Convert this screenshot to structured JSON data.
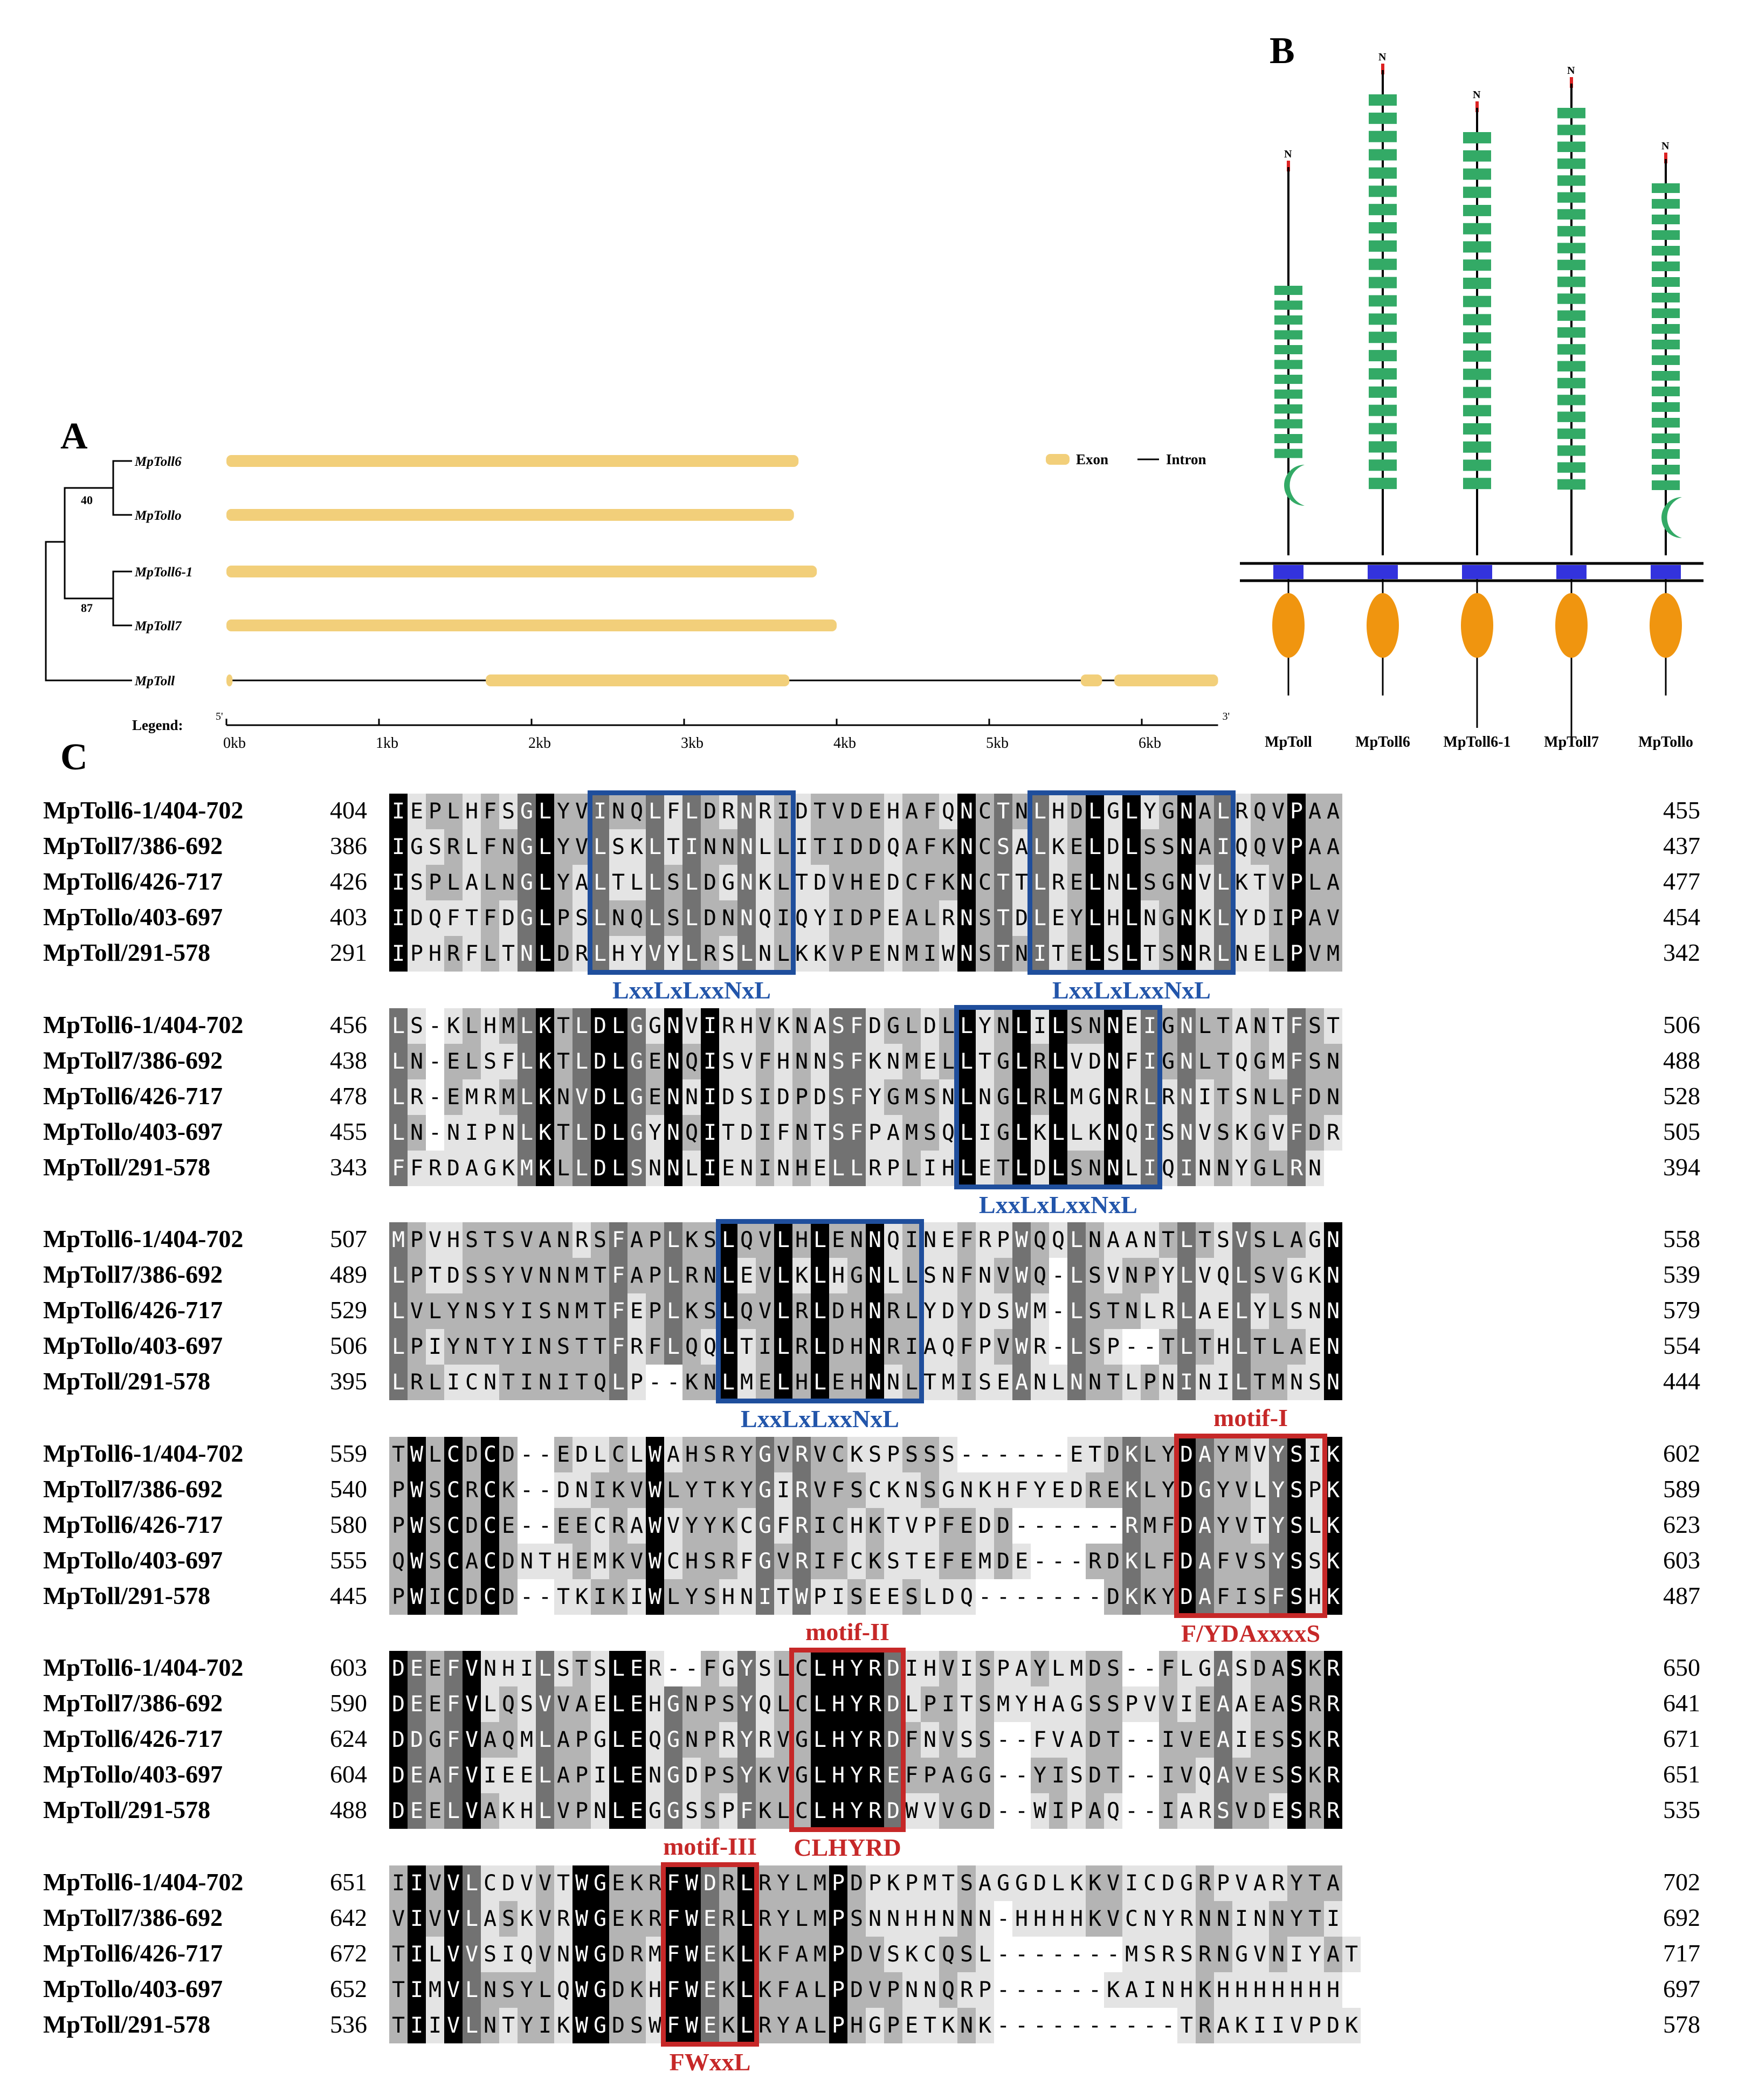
{
  "panel_labels": {
    "a": "A",
    "b": "B",
    "c": "C"
  },
  "panel_a": {
    "tree_taxa": [
      "MpToll6",
      "MpTollo",
      "MpToll6-1",
      "MpToll7",
      "MpToll"
    ],
    "bootstrap": [
      "40",
      "87"
    ],
    "legend": {
      "exon": "Exon",
      "intron": "Intron",
      "axis_prefix": "Legend:",
      "five_prime": "5'",
      "three_prime": "3'"
    },
    "axis_ticks": [
      "0kb",
      "1kb",
      "2kb",
      "3kb",
      "4kb",
      "5kb",
      "6kb"
    ],
    "axis_max_kb": 6.5,
    "colors": {
      "exon": "#f2cf7a",
      "line": "#000000"
    },
    "genes": [
      {
        "name": "MpToll6",
        "exons_kb": [
          [
            0.0,
            3.75
          ]
        ]
      },
      {
        "name": "MpTollo",
        "exons_kb": [
          [
            0.0,
            3.72
          ]
        ]
      },
      {
        "name": "MpToll6-1",
        "exons_kb": [
          [
            0.0,
            3.87
          ]
        ]
      },
      {
        "name": "MpToll7",
        "exons_kb": [
          [
            0.0,
            4.0
          ]
        ]
      },
      {
        "name": "MpToll",
        "gene_end_kb": 6.5,
        "exons_kb": [
          [
            0.0,
            0.04
          ],
          [
            1.7,
            3.69
          ],
          [
            5.6,
            5.74
          ],
          [
            5.82,
            6.5
          ]
        ]
      }
    ]
  },
  "panel_b": {
    "n_terminus": "N",
    "proteins": [
      {
        "name": "MpToll",
        "lrr_count": 12,
        "crescent": "single"
      },
      {
        "name": "MpToll6",
        "lrr_count": 22,
        "crescent": "double"
      },
      {
        "name": "MpToll6-1",
        "lrr_count": 20,
        "crescent": "double"
      },
      {
        "name": "MpToll7",
        "lrr_count": 23,
        "crescent": "double"
      },
      {
        "name": "MpTollo",
        "lrr_count": 20,
        "crescent": "single"
      }
    ],
    "colors": {
      "lrr": "#33aa66",
      "tm": "#3333dd",
      "tir": "#f0950f",
      "n_tip": "#dd2222"
    }
  },
  "panel_c": {
    "blocks": [
      {
        "rows": [
          {
            "name": "MpToll6-1/404-702",
            "start": "404",
            "seq": "IEPLHFSGLYVINQLFLDRNRIDTVDEHAFQNCTNLHDLGLYGNALRQVPAA",
            "end": "455"
          },
          {
            "name": "MpToll7/386-692",
            "start": "386",
            "seq": "IGSRLFNGLYVLSKLTINNNLLITIDDQAFKNCSALKELDLSSNAIQQVPAA",
            "end": "437"
          },
          {
            "name": "MpToll6/426-717",
            "start": "426",
            "seq": "ISPLALNGLYALTLLSLDGNKLTDVHEDCFKNCTTLRELNLSGNVLKTVPLA",
            "end": "477"
          },
          {
            "name": "MpTollo/403-697",
            "start": "403",
            "seq": "IDQFTFDGLPSLNQLSLDNNQIQYIDPEALRNSTDLEYLHLNGNKLYDIPAV",
            "end": "454"
          },
          {
            "name": "MpToll/291-578",
            "start": "291",
            "seq": "IPHRFLTNLDRLHYVYLRSLNLKKVPENMIWNSTNITELSLTSNRLNELPVM",
            "end": "342"
          }
        ],
        "boxes": [
          {
            "color": "blue",
            "from": 11,
            "to": 21,
            "label": "LxxLxLxxNxL",
            "label_pos": "below"
          },
          {
            "color": "blue",
            "from": 35,
            "to": 45,
            "label": "LxxLxLxxNxL",
            "label_pos": "below"
          }
        ]
      },
      {
        "rows": [
          {
            "name": "MpToll6-1/404-702",
            "start": "456",
            "seq": "LS-KLHMLKTLDLGGNVIRHVKNASFDGLDLLYNLILSNNEIGNLTANTFST",
            "end": "506"
          },
          {
            "name": "MpToll7/386-692",
            "start": "438",
            "seq": "LN-ELSFLKTLDLGENQISVFHNNSFKNMELLTGLRLVDNFIGNLTQGMFSN",
            "end": "488"
          },
          {
            "name": "MpToll6/426-717",
            "start": "478",
            "seq": "LR-EMRMLKNVDLGENNIDSIDPDSFYGMSNLNGLRLMGNRLRNITSNLFDN",
            "end": "528"
          },
          {
            "name": "MpTollo/403-697",
            "start": "455",
            "seq": "LN-NIPNLKTLDLGYNQITDIFNTSFPAMSQLIGLKLLKNQISNVSKGVFDR",
            "end": "505"
          },
          {
            "name": "MpToll/291-578",
            "start": "343",
            "seq": "FFRDAGKMKLLDLSNNLIENINHELLRPLIHLETLDLSNNLIQINNYGLRN",
            "end": "394"
          }
        ],
        "boxes": [
          {
            "color": "blue",
            "from": 31,
            "to": 41,
            "label": "LxxLxLxxNxL",
            "label_pos": "below"
          }
        ]
      },
      {
        "rows": [
          {
            "name": "MpToll6-1/404-702",
            "start": "507",
            "seq": "MPVHSTSVANRSFAPLKSLQVLHLENNQINEFRPWQQLNAANTLTSVSLAGN",
            "end": "558"
          },
          {
            "name": "MpToll7/386-692",
            "start": "489",
            "seq": "LPTDSSYVNNMTFAPLRNLEVLKLHGNLLSNFNVWQ-LSVNPYLVQLSVGKN",
            "end": "539"
          },
          {
            "name": "MpToll6/426-717",
            "start": "529",
            "seq": "LVLYNSYISNMTFEPLKSLQVLRLDHNRLYDYDSWM-LSTNLRLAELYLSNN",
            "end": "579"
          },
          {
            "name": "MpTollo/403-697",
            "start": "506",
            "seq": "LPIYNTYINSTTFRFLQQLTILRLDHNRIAQFPVWR-LSP--TLTHLTLAEN",
            "end": "554"
          },
          {
            "name": "MpToll/291-578",
            "start": "395",
            "seq": "LRLICNTINITQLP--KNLMELHLEHNNLTMISEANLNNTLPNINILTMNSN",
            "end": "444"
          }
        ],
        "boxes": [
          {
            "color": "blue",
            "from": 18,
            "to": 28,
            "label": "LxxLxLxxNxL",
            "label_pos": "below"
          }
        ]
      },
      {
        "rows": [
          {
            "name": "MpToll6-1/404-702",
            "start": "559",
            "seq": "TWLCDCD--EDLCLWAHSRYGVRVCKSPSSS------ETDKLYDAYMVYSIK",
            "end": "602"
          },
          {
            "name": "MpToll7/386-692",
            "start": "540",
            "seq": "PWSCRCK--DNIKVWLYTKYGIRVFSCKNSGNKHFYEDREKLYDGYVLYSPK",
            "end": "589"
          },
          {
            "name": "MpToll6/426-717",
            "start": "580",
            "seq": "PWSCDCE--EECRAWVYYKCGFRICHKTVPFEDD------RMFDAYVTYSLK",
            "end": "623"
          },
          {
            "name": "MpTollo/403-697",
            "start": "555",
            "seq": "QWSCACDNTHEMKVWCHSRFGVRIFCKSTEFEMDE---RDKLFDAFVSYSSK",
            "end": "603"
          },
          {
            "name": "MpToll/291-578",
            "start": "445",
            "seq": "PWICDCD--TKIKIWLYSHNITWPISEESLDQ-------DKKYDAFISFSHK",
            "end": "487"
          }
        ],
        "boxes": [
          {
            "color": "red",
            "from": 43,
            "to": 50,
            "label": "F/YDAxxxxS",
            "label_pos": "below",
            "top_label": "motif-I"
          }
        ]
      },
      {
        "rows": [
          {
            "name": "MpToll6-1/404-702",
            "start": "603",
            "seq": "DEEFVNHILSTSLER--FGYSLCLHYRDIHVISPAYLMDS--FLGASDASKR",
            "end": "650"
          },
          {
            "name": "MpToll7/386-692",
            "start": "590",
            "seq": "DEEFVLQSVVAELEHGNPSYQLCLHYRDLPITSMYHAGSSPVVIEAAEASRR",
            "end": "641"
          },
          {
            "name": "MpToll6/426-717",
            "start": "624",
            "seq": "DDGFVAQMLAPGLEQGNPRYRVGLHYRDFNVSS--FVADT--IVEAIESSKR",
            "end": "671"
          },
          {
            "name": "MpTollo/403-697",
            "start": "604",
            "seq": "DEAFVIEELAPILENGDPSYKVGLHYREFPAGG--YISDT--IVQAVESSKR",
            "end": "651"
          },
          {
            "name": "MpToll/291-578",
            "start": "488",
            "seq": "DEELVAKHLVPNLEGGSSPFKLCLHYRDWVVGD--WIPAQ--IARSVDESRR",
            "end": "535"
          }
        ],
        "boxes": [
          {
            "color": "red",
            "from": 22,
            "to": 27,
            "label": "CLHYRD",
            "label_pos": "below",
            "top_label": "motif-II"
          }
        ]
      },
      {
        "rows": [
          {
            "name": "MpToll6-1/404-702",
            "start": "651",
            "seq": "IIVVLCDVVTWGEKRFWDRLRYLMPDPKPMTSAGGDLKKVICDGRPVARYTA",
            "end": "702"
          },
          {
            "name": "MpToll7/386-692",
            "start": "642",
            "seq": "VIVVLASKVRWGEKRFWERLRYLMPSNNHHNNN-HHHHKVCNYRNNINNYTI",
            "end": "692"
          },
          {
            "name": "MpToll6/426-717",
            "start": "672",
            "seq": "TILVVSIQVNWGDRMFWEKLKFAMPDVSKCQSL-------MSRSRNGVNIYAT",
            "end": "717"
          },
          {
            "name": "MpTollo/403-697",
            "start": "652",
            "seq": "TIMVLNSYLQWGDKHFWEKLKFALPDVPNNQRP------KAINHKHHHHHHH",
            "end": "697"
          },
          {
            "name": "MpToll/291-578",
            "start": "536",
            "seq": "TIIVLNTYIKWGDSWFWEKLRYALPHGPETKNK----------TRAKIIVPDK",
            "end": "578"
          }
        ],
        "boxes": [
          {
            "color": "red",
            "from": 15,
            "to": 19,
            "label": "FWxxL",
            "label_pos": "below",
            "top_label": "motif-III"
          }
        ]
      }
    ]
  }
}
